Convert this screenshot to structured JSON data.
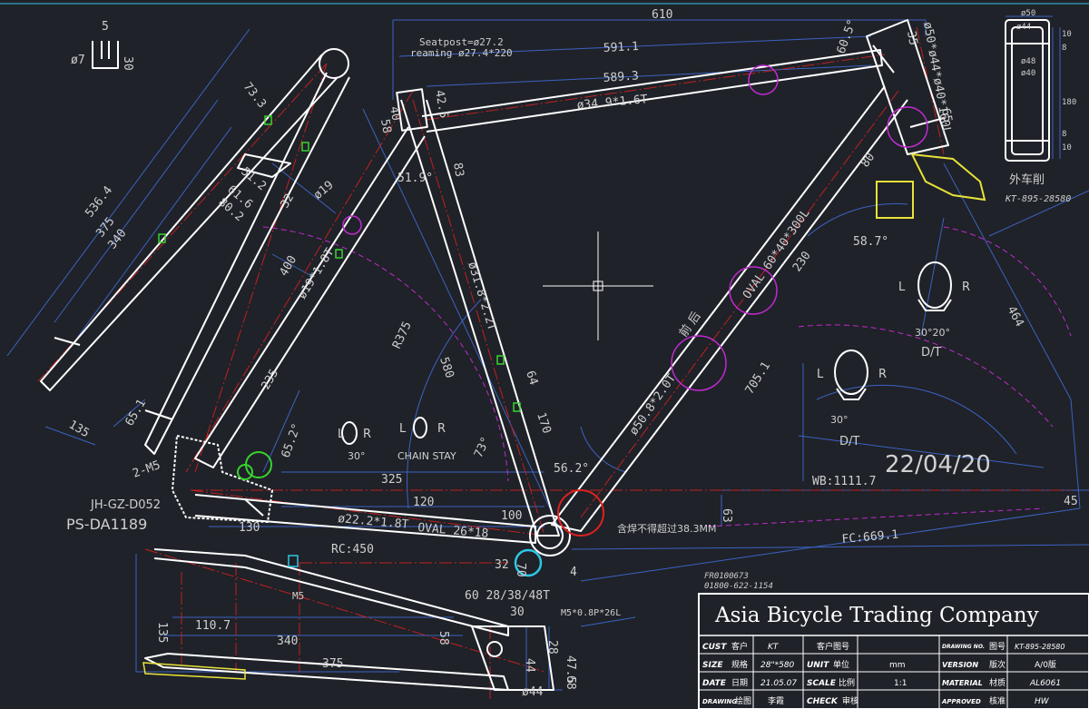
{
  "title_block": {
    "company": "Asia Bicycle Trading Company",
    "code1": "FR0100673",
    "code2": "01800-622-1154",
    "rows": [
      {
        "l1": "CUST",
        "l1zh": "客户",
        "v1": "KT",
        "l2": "",
        "l2zh": "客户图号",
        "v2": "",
        "l3": "DRAWING NO.",
        "l3zh": "图号",
        "v3": "KT-895-28580"
      },
      {
        "l1": "SIZE",
        "l1zh": "规格",
        "v1": "28\"*580",
        "l2": "UNIT",
        "l2zh": "单位",
        "v2": "mm",
        "l3": "VERSION",
        "l3zh": "版次",
        "v3": "A/0版"
      },
      {
        "l1": "DATE",
        "l1zh": "日期",
        "v1": "21.05.07",
        "l2": "SCALE",
        "l2zh": "比例",
        "v2": "1:1",
        "l3": "MATERIAL",
        "l3zh": "材质",
        "v3": "AL6061"
      },
      {
        "l1": "DRAWING",
        "l1zh": "绘图",
        "v1": "李霞",
        "l2": "CHECK",
        "l2zh": "审核",
        "v2": "",
        "l3": "APPROVED",
        "l3zh": "核准",
        "v3": "HW"
      }
    ]
  },
  "date_stamp": "22/04/20",
  "part_ids": {
    "hanger": "JH-GZ-D052",
    "dropout": "PS-DA1189"
  },
  "headset_ref": {
    "label": "外车削",
    "code": "KT-895-28580"
  },
  "tube_specs": {
    "top_tube": "ø34.9*1.6T",
    "seat_tube": "ø31.8*2.2T",
    "down_tube": "ø50.8*2.0T",
    "down_tube_oval": "OVAL 60*40*300L",
    "head_tube": "ø50*ø44*ø40*160L",
    "chain_stay": "ø22.2*1.8T",
    "chain_stay_oval": "OVAL 26*18",
    "seat_stay": "ø19*1.8T",
    "seatpost": "Seatpost=ø27.2",
    "reaming": "reaming ø27.4*220",
    "front_back": "前 后"
  },
  "dims": {
    "d610": "610",
    "d591": "591.1",
    "d589": "589.3",
    "d5": "5",
    "d30a": "30",
    "d7": "ø7",
    "d733": "73.3",
    "d5364": "536.4",
    "d375": "375",
    "d340": "340",
    "d512": "51.2",
    "d616": "61.6",
    "d802": "80.2",
    "d32": "32",
    "d19": "ø19",
    "d400": "400",
    "d235": "235",
    "d651": "65.1",
    "d135": "135",
    "d60top": "60.5°",
    "d35": "35",
    "d65": "65",
    "d425": "42.5",
    "d40": "40",
    "d58": "58",
    "d519": "51.9°",
    "d83": "83",
    "d80": "80",
    "d587": "58.7°",
    "d230": "230",
    "d7051": "705.1",
    "d464": "464",
    "d580": "580",
    "dR375": "R375",
    "d64": "64",
    "d170": "170",
    "d562": "56.2°",
    "d73": "73°",
    "d652": "65.2°",
    "d325": "325",
    "d120": "120",
    "d100": "100",
    "d130": "130",
    "d63": "63",
    "d45": "45",
    "dRC450": "RC:450",
    "dFC": "FC:669.1",
    "dWB": "WB:1111.7",
    "d32b": "32",
    "d4": "4",
    "d70": "70",
    "dM5": "M5",
    "d2M5": "2-M5",
    "dM5bolt": "M5*0.8P*26L",
    "dChain": "60  28/38/48T",
    "dLow30": "30",
    "d1107": "110.7",
    "dLow340": "340",
    "dLow375": "375",
    "dLow135": "135",
    "dLow58": "58",
    "d475": "47.5",
    "d44": "ø44",
    "d68": "68",
    "dLow28": "28",
    "dLow44b": "44"
  },
  "hub_dims": {
    "top": "ø50",
    "d1": "ø44",
    "d2": "ø48",
    "d3": "ø40",
    "r1": "10",
    "r2": "8",
    "r3": "180",
    "r4": "8",
    "r5": "10"
  },
  "notes": {
    "weld": "含焊不得超过38.3MM",
    "chain_stay": "CHAIN STAY"
  },
  "sections": [
    {
      "L": "L",
      "R": "R",
      "ang": "30°"
    },
    {
      "L": "L",
      "R": "R",
      "ang": ""
    },
    {
      "L": "L",
      "R": "R",
      "ang": "30°",
      "sub": "D/T"
    },
    {
      "L": "L",
      "R": "R",
      "ang": "30°20°",
      "sub": "D/T"
    }
  ],
  "colors": {
    "bg": "#1f2228",
    "line": "#ffffff",
    "dim": "#3b63c4",
    "dimText": "#cfcfcf",
    "center": "#e02020",
    "accent": "#c02ad0",
    "green": "#39d12f",
    "yellow": "#e8e23a",
    "cyan": "#2ec7e6"
  }
}
